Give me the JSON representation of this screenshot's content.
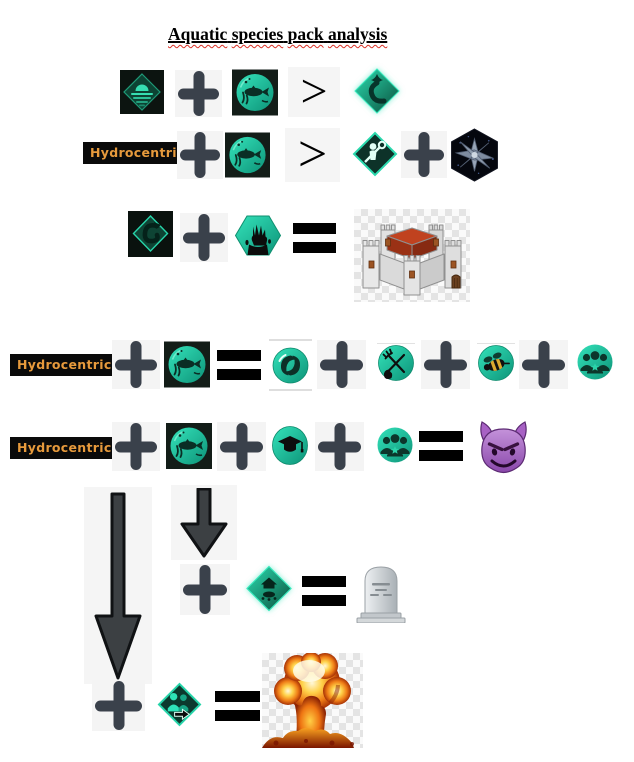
{
  "title": "Aquatic species pack analysis",
  "title_words": [
    "Aquatic",
    "species",
    "pack",
    "analysis"
  ],
  "labels": {
    "hydrocentric": "Hydrocentric"
  },
  "operators": {
    "plus": "+",
    "greater_than": ">",
    "equals": "="
  },
  "colors": {
    "accent_teal": "#1fc8a2",
    "teal_dark": "#0b3a2e",
    "icon_bg_dark": "#131d18",
    "operator_dark": "#3a414b",
    "operator_tile": "#f4f4f4",
    "label_bg": "#0a0a0a",
    "label_text": "#e79a3c",
    "equals_black": "#000000",
    "devil_purple": "#a761c4",
    "castle_roof_red": "#c0421f",
    "explosion_orange": "#ef7d17",
    "squiggle_red": "#d93025"
  },
  "icons": {
    "ocean-paradise-origin-icon": "dark square, teal diamond with sun setting over waves",
    "aquatic-trait-icon": "dark square, teal circle with fish silhouette",
    "anglers-civic-icon": "glowing teal diamond with whale",
    "pearl-divers-civic-icon": "teal-bordered diamond, figure carrying tool",
    "space-habitat-icon": "dark hexagon with grey space station",
    "here-be-dragons-origin-icon": "dark square, teal diamond with curled dragon",
    "reanimators-civic-icon": "teal hexagon with black zombie hand",
    "castle-image": "isometric grey castle with red roof on transparency checkerboard",
    "swirl-modifier-icon": "teal circle with dark cyclone swirl",
    "farm-tools-modifier-icon": "teal circle with crossed pitchfork and shovel",
    "bee-modifier-icon": "teal circle with bee",
    "faction-people-star-icon": "teal circle with three figures and star",
    "graduation-cap-trait-icon": "teal circle with mortarboard",
    "devil-emoji": "purple smiling devil face with horns",
    "tombstone-emoji": "grey headstone on pedestal",
    "sanctuary-civic-icon": "glowing teal diamond with dark shrine and creature",
    "migration-civic-icon": "teal diamond with two figures and right arrow",
    "nuclear-explosion-image": "orange mushroom cloud on transparency checkerboard",
    "down-arrow": "outlined dark block arrow pointing down",
    "plus-operator": "thick dark grey plus sign",
    "greater-than-operator": "black greater-than sign",
    "equals-operator": "two black bars"
  },
  "equations": [
    {
      "row": 1,
      "left": [
        "ocean-paradise-origin",
        "+",
        "aquatic-trait"
      ],
      "relation": ">",
      "right": [
        "anglers-civic"
      ]
    },
    {
      "row": 2,
      "left": [
        "Hydrocentric",
        "+",
        "aquatic-trait"
      ],
      "relation": ">",
      "right": [
        "pearl-divers-civic",
        "+",
        "space-habitat"
      ]
    },
    {
      "row": 3,
      "left": [
        "here-be-dragons-origin",
        "+",
        "reanimators-civic"
      ],
      "relation": "=",
      "right": [
        "castle"
      ]
    },
    {
      "row": 4,
      "left": [
        "Hydrocentric",
        "+",
        "aquatic-trait"
      ],
      "relation": "=",
      "right": [
        "swirl-modifier",
        "+",
        "farm-tools-modifier",
        "+",
        "bee-modifier",
        "+",
        "faction-people-star"
      ]
    },
    {
      "row": 5,
      "left": [
        "Hydrocentric",
        "+",
        "aquatic-trait",
        "+",
        "graduation-cap-trait",
        "+",
        "faction-people-star"
      ],
      "relation": "=",
      "right": [
        "devil-emoji"
      ]
    },
    {
      "row": 6,
      "left": [
        "short-down-arrow-from-row-5",
        "+",
        "sanctuary-civic"
      ],
      "relation": "=",
      "right": [
        "tombstone-emoji"
      ]
    },
    {
      "row": 7,
      "left": [
        "long-down-arrow-from-row-5",
        "+",
        "migration-civic"
      ],
      "relation": "=",
      "right": [
        "nuclear-explosion"
      ]
    }
  ]
}
